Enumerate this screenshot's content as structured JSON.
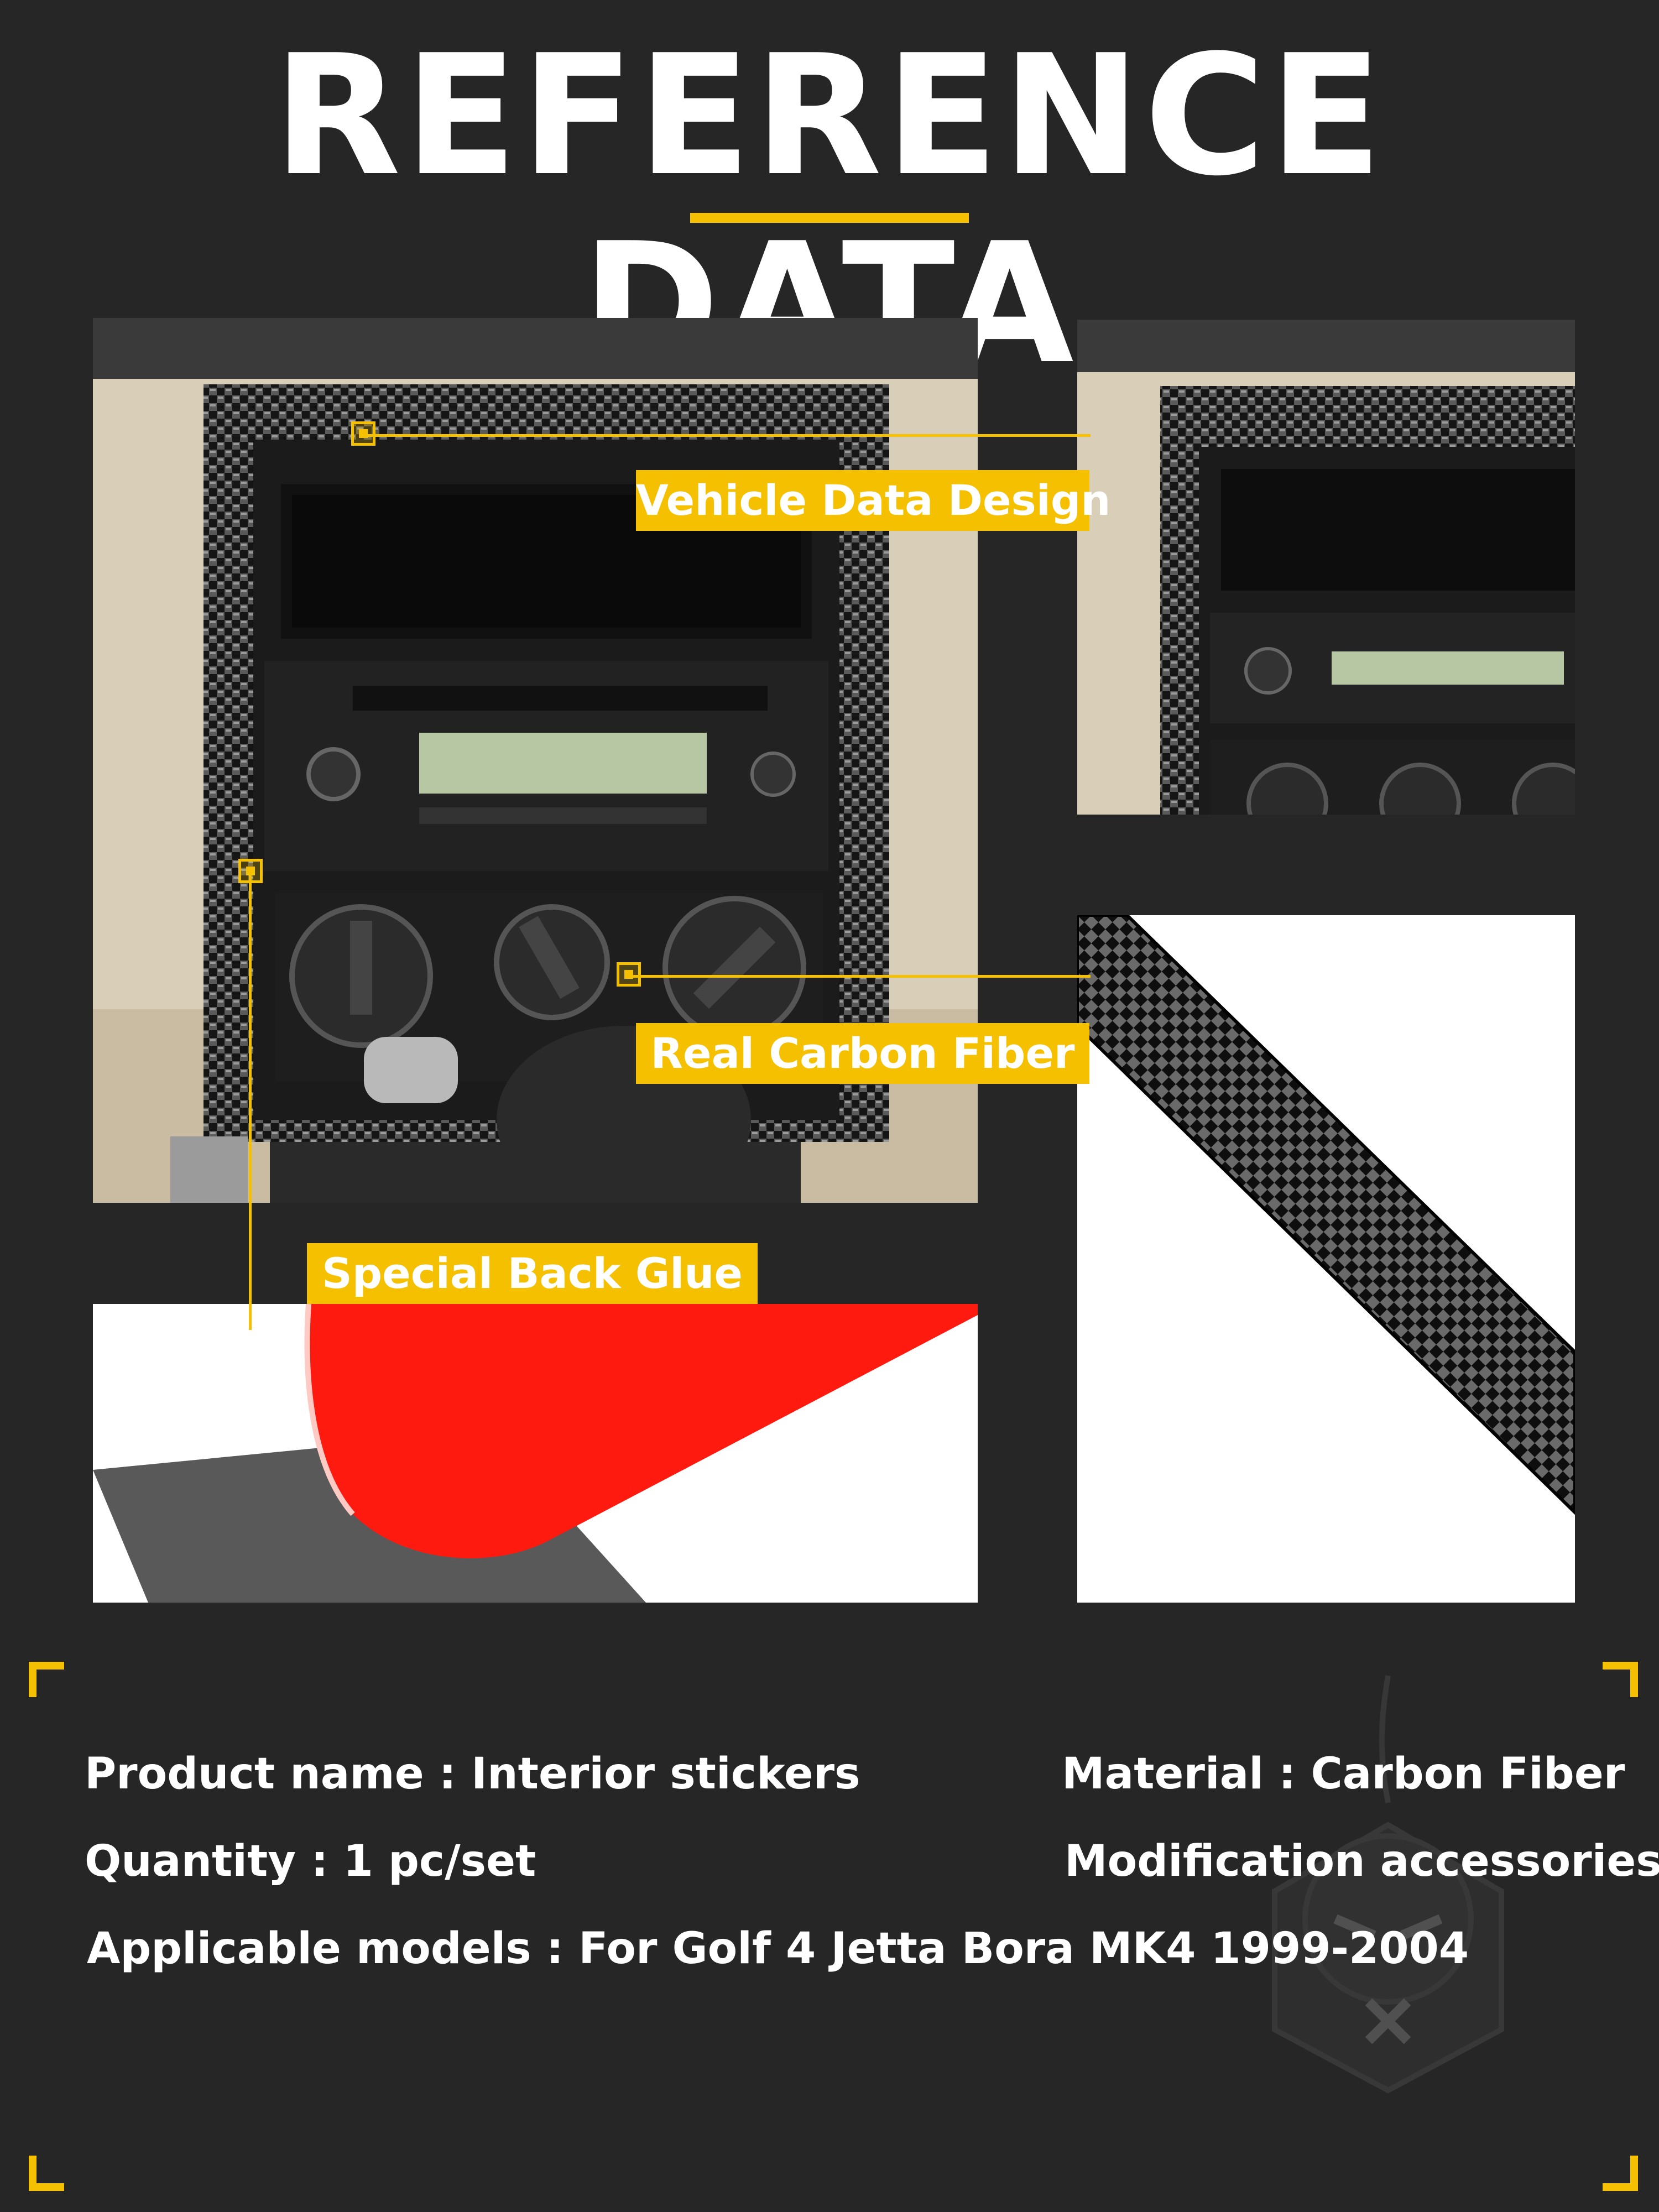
{
  "header": {
    "title": "REFERENCE DATA"
  },
  "callouts": {
    "vehicle_data_design": "Vehicle Data Design",
    "real_carbon_fiber": "Real Carbon Fiber",
    "special_back_glue": "Special Back Glue"
  },
  "specs": {
    "product_name": "Product name : Interior stickers",
    "material": "Material : Carbon Fiber",
    "quantity": "Quantity : 1 pc/set",
    "modification": "Modification accessories",
    "applicable_models": "Applicable models :  For Golf 4 Jetta Bora MK4 1999-2004"
  },
  "colors": {
    "background": "#262626",
    "accent": "#f5c000",
    "text": "#ffffff",
    "glue_red": "#ff1a10"
  }
}
